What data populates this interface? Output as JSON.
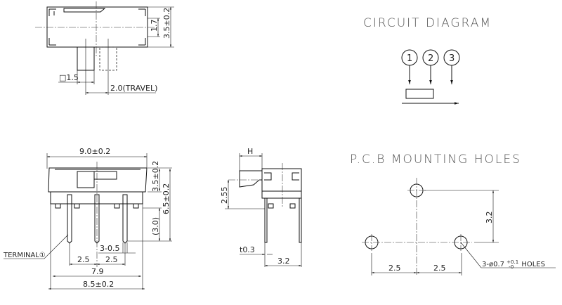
{
  "top_view": {
    "dim_height_inner": "1.7",
    "dim_height": "3.5±0.2",
    "dim_actuator": "□1.5",
    "dim_travel": "2.0(TRAVEL)"
  },
  "front_view": {
    "dim_width_top": "9.0±0.2",
    "dim_body_height": "3.5±0.2",
    "dim_total_height": "6.5±0.2",
    "dim_leg": "(3.0)",
    "dim_leg_width": "3-0.5",
    "dim_pitch_1": "2.5",
    "dim_pitch_2": "2.5",
    "dim_inner_width": "7.9",
    "dim_width_bottom": "8.5±0.2",
    "terminal_label": "TERMINAL①"
  },
  "side_view": {
    "dim_h": "H",
    "dim_255": "2.55",
    "dim_thickness": "t0.3",
    "dim_depth": "3.2"
  },
  "circuit": {
    "title": "CIRCUIT DIAGRAM",
    "terminals": [
      "1",
      "2",
      "3"
    ]
  },
  "pcb": {
    "title": "P.C.B MOUNTING HOLES",
    "dim_vertical": "3.2",
    "dim_pitch_1": "2.5",
    "dim_pitch_2": "2.5",
    "holes_label": "3-ø0.7 ",
    "tol_plus": "+0.1",
    "tol_minus": "-0",
    "holes_suffix": " HOLES"
  }
}
